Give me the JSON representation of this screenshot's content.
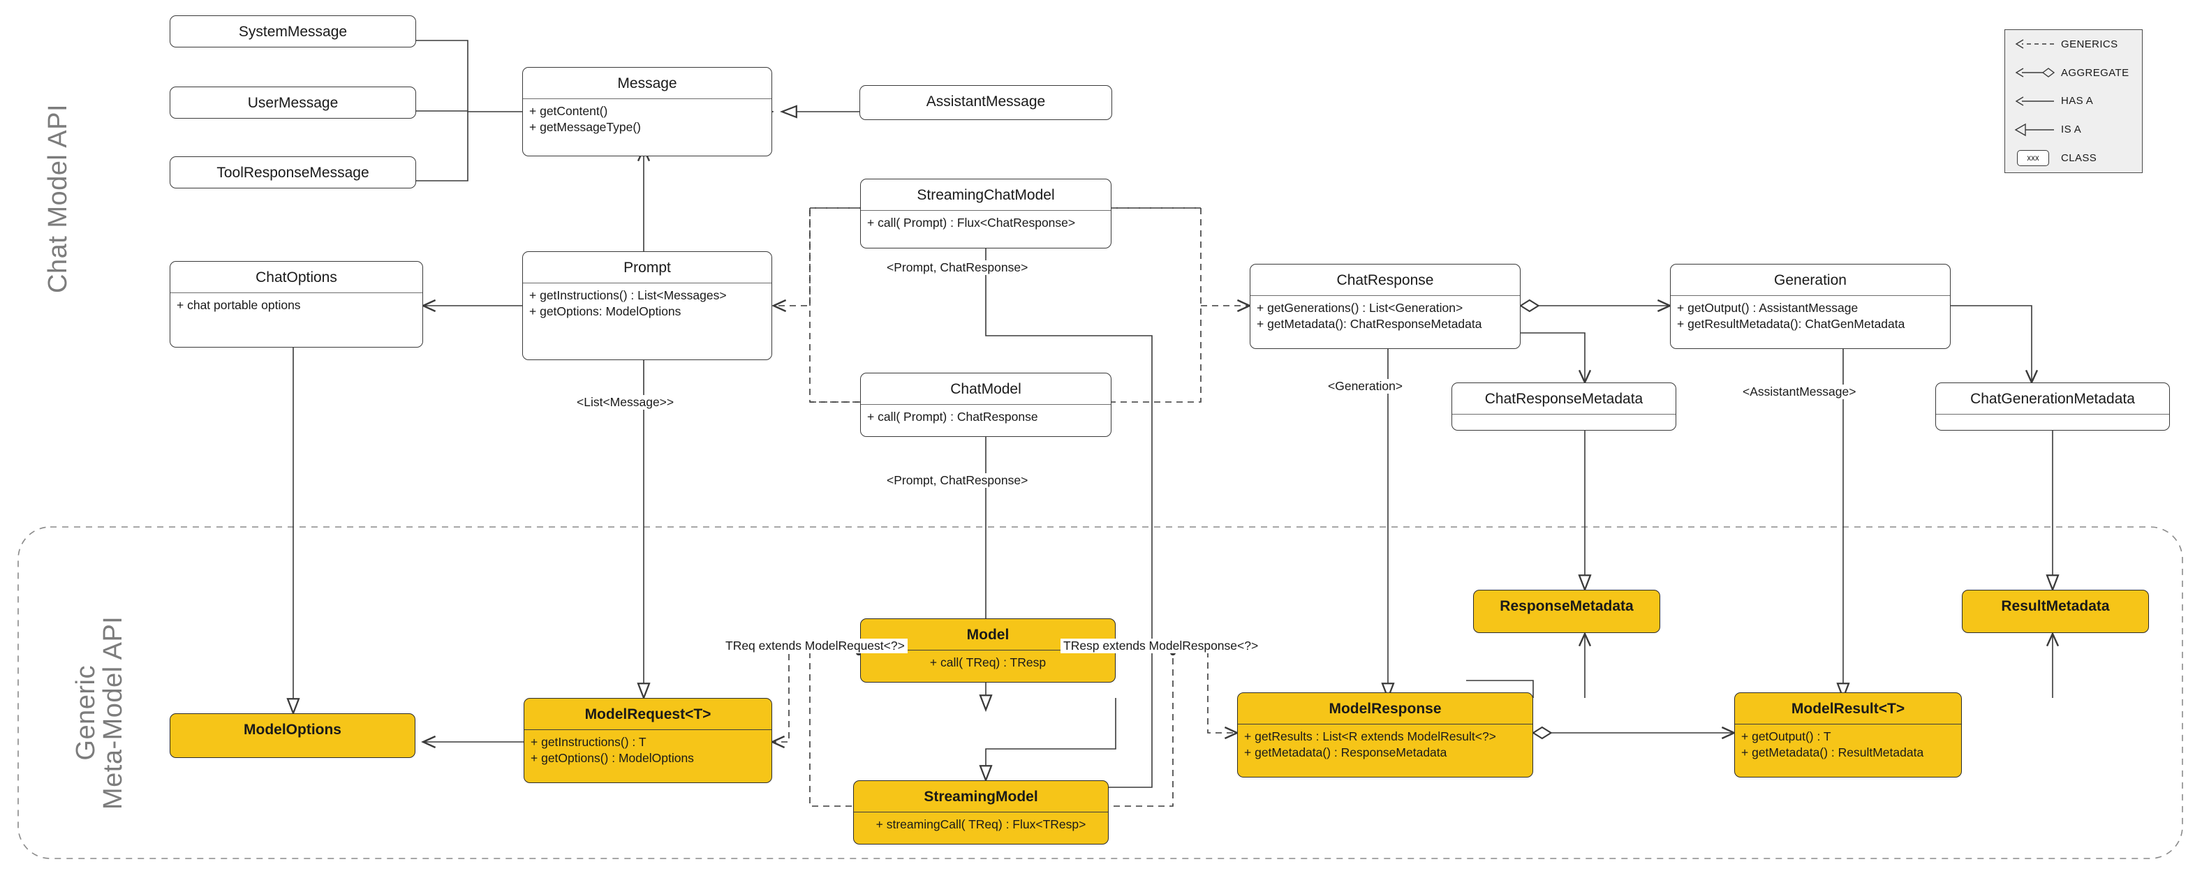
{
  "groups": [
    {
      "id": "chat-model-api",
      "caption": "Chat Model API"
    },
    {
      "id": "generic-meta-model-api",
      "caption_line1": "Generic",
      "caption_line2": "Meta-Model API"
    }
  ],
  "legend": {
    "items": [
      {
        "glyph": "dashed-arrow",
        "label": "GENERICS"
      },
      {
        "glyph": "diamond-arrow",
        "label": "AGGREGATE"
      },
      {
        "glyph": "solid-arrow",
        "label": "HAS A"
      },
      {
        "glyph": "hollow-triangle-arrow",
        "label": "IS A"
      },
      {
        "glyph": "class-box",
        "label": "CLASS",
        "box_text": "xxx"
      }
    ]
  },
  "classes": {
    "system_message": {
      "name": "SystemMessage",
      "members": []
    },
    "user_message": {
      "name": "UserMessage",
      "members": []
    },
    "tool_response": {
      "name": "ToolResponseMessage",
      "members": []
    },
    "message": {
      "name": "Message",
      "members": [
        "+ getContent()",
        "+ getMessageType()"
      ]
    },
    "assistant_message": {
      "name": "AssistantMessage",
      "members": []
    },
    "chat_options": {
      "name": "ChatOptions",
      "members": [
        "+ chat portable options"
      ]
    },
    "prompt": {
      "name": "Prompt",
      "members": [
        "+ getInstructions() : List<Messages>",
        "+ getOptions: ModelOptions"
      ]
    },
    "streaming_chat_model": {
      "name": "StreamingChatModel",
      "members": [
        "+ call( Prompt) : Flux<ChatResponse>"
      ]
    },
    "chat_model": {
      "name": "ChatModel",
      "members": [
        "+ call( Prompt) : ChatResponse"
      ]
    },
    "chat_response": {
      "name": "ChatResponse",
      "members": [
        "+ getGenerations() : List<Generation>",
        "+ getMetadata(): ChatResponseMetadata"
      ]
    },
    "generation": {
      "name": "Generation",
      "members": [
        "+ getOutput() : AssistantMessage",
        "+ getResultMetadata(): ChatGenMetadata"
      ]
    },
    "chat_response_metadata": {
      "name": "ChatResponseMetadata",
      "members": []
    },
    "chat_generation_metadata": {
      "name": "ChatGenerationMetadata",
      "members": []
    },
    "model_options": {
      "name": "ModelOptions",
      "members": []
    },
    "model_request": {
      "name": "ModelRequest<T>",
      "members": [
        "+ getInstructions() : T",
        "+ getOptions() : ModelOptions"
      ]
    },
    "model": {
      "name": "Model",
      "members": [
        "+ call( TReq) : TResp"
      ]
    },
    "streaming_model": {
      "name": "StreamingModel",
      "members": [
        "+ streamingCall( TReq) : Flux<TResp>"
      ]
    },
    "model_response": {
      "name": "ModelResponse",
      "members": [
        "+ getResults : List<R extends ModelResult<?>",
        "+ getMetadata() : ResponseMetadata"
      ]
    },
    "model_result": {
      "name": "ModelResult<T>",
      "members": [
        "+ getOutput() : T",
        "+ getMetadata() : ResultMetadata"
      ]
    },
    "response_metadata": {
      "name": "ResponseMetadata",
      "members": []
    },
    "result_metadata": {
      "name": "ResultMetadata",
      "members": []
    }
  },
  "edge_labels": {
    "prompt_chatresponse_top": "<Prompt, ChatResponse>",
    "prompt_chatresponse_bottom": "<Prompt, ChatResponse>",
    "list_message": "<List<Message>>",
    "generation": "<Generation>",
    "assistant_message": "<AssistantMessage>",
    "treq_extends": "TReq extends ModelRequest<?>",
    "tresp_extends": "TResp extends ModelResponse<?>"
  },
  "colors": {
    "accent_yellow": "#F6C518",
    "line": "#3a3a3a",
    "group_caption": "#7c7c7c",
    "legend_bg": "#efefef"
  }
}
